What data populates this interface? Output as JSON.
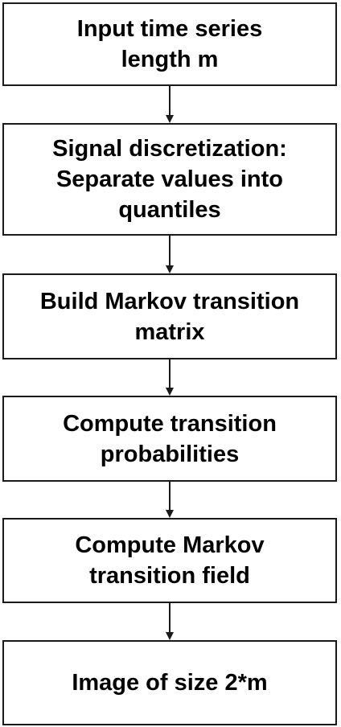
{
  "flowchart": {
    "steps": [
      {
        "id": "input",
        "label": "Input time series\nlength m"
      },
      {
        "id": "discretization",
        "label": "Signal discretization:\nSeparate values into\nquantiles"
      },
      {
        "id": "build-matrix",
        "label": "Build Markov transition\nmatrix"
      },
      {
        "id": "probabilities",
        "label": "Compute transition\nprobabilities"
      },
      {
        "id": "field",
        "label": "Compute Markov\ntransition field"
      },
      {
        "id": "image",
        "label": "Image of size 2*m"
      }
    ],
    "connectors": [
      {
        "from": "input",
        "to": "discretization"
      },
      {
        "from": "discretization",
        "to": "build-matrix"
      },
      {
        "from": "build-matrix",
        "to": "probabilities"
      },
      {
        "from": "probabilities",
        "to": "field"
      },
      {
        "from": "field",
        "to": "image"
      }
    ],
    "line_color": "#1a1a1a"
  }
}
